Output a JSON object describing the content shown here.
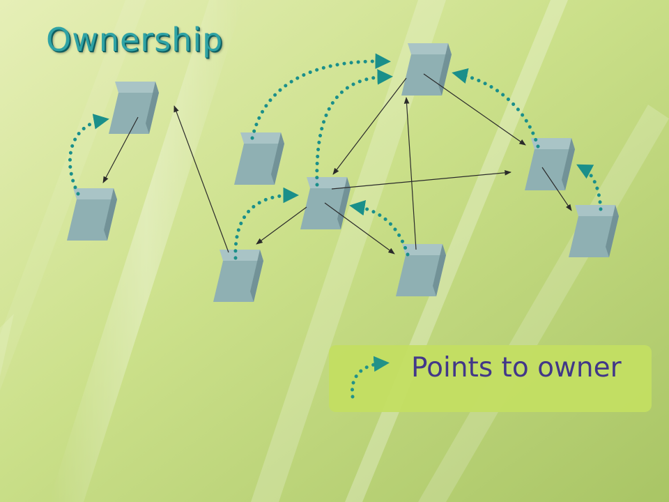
{
  "title": "Ownership",
  "legend": {
    "label": "Points to owner"
  },
  "colors": {
    "background": "#cfe18f",
    "block_top": "#a9c4c6",
    "block_front": "#8fb0b3",
    "block_side": "#6f8f93",
    "owner_arrow": "#1a8f8a",
    "reference_arrow": "#2a2a2a",
    "title": "#2fa3a5",
    "legend_box": "#c3df63",
    "legend_text": "#3c2f8a"
  },
  "icons": {
    "block": "cube-block",
    "reference": "thin-black-arrow",
    "owner": "dotted-teal-arrow"
  }
}
